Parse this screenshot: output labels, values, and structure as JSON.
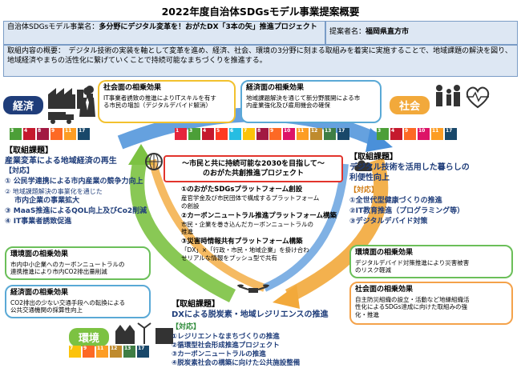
{
  "title": "2022年度自治体SDGsモデル事業提案概要",
  "header": {
    "project_label": "自治体SDGsモデル事業名：",
    "project_name": "多分野にデジタル変革を！おがたDX「3本の矢」推進プロジェクト",
    "proposer_label": "提案者名：",
    "proposer_name": "福岡県直方市",
    "summary_label": "取組内容の概要：",
    "summary_text": "デジタル技術の実装を軸として変革を進め、経済、社会、環境の3分野に刻まる取組みを着実に実施することで、地域課題の解決を図り、地域経済やまちの活性化に繋げていくことで持続可能なまちづくりを推進する。"
  },
  "sections": {
    "economy": "経済",
    "society": "社会",
    "environment": "環境"
  },
  "synergy": {
    "society_from_economy": {
      "title": "社会面の相乗効果",
      "lines": [
        "IT事業者誘致の推進によりITスキルを有す",
        "る市民の増加（デジタルデバイド解消）"
      ]
    },
    "economy_from_society": {
      "title": "経済面の相乗効果",
      "lines": [
        "地域課題解決を通じて新分野展開による市",
        "内産業強化及び雇用機会の確保"
      ]
    },
    "environment_from_economy": {
      "title": "環境面の相乗効果",
      "lines": [
        "市内中小企業へのカーボンニュートラルの",
        "連携推進により市内CO2排出量削減"
      ]
    },
    "economy_from_environment": {
      "title": "経済面の相乗効果",
      "lines": [
        "CO2排出の少ない交通手段への転換による",
        "公共交通機関の採算性向上"
      ]
    },
    "environment_from_society": {
      "title": "環境面の相乗効果",
      "lines": [
        "デジタルデバイド対策推進により災害被害",
        "のリスク軽減"
      ]
    },
    "society_from_environment": {
      "title": "社会面の相乗効果",
      "lines": [
        "自主防災組織の設立・活動など地縁組織活",
        "性化によるSDGs達成に向けた取組みの強",
        "化・推進"
      ]
    }
  },
  "economy_issue": {
    "heading": "【取組課題】",
    "title": "産業変革による地域経済の再生",
    "measures_label": "【対応】",
    "items": [
      "① 公民学連携による市内産業の競争力向上",
      "② 地域課題解決の事業化を通じた",
      "　 市内企業の事業拡大",
      "③ MaaS推進によるQOL向上及びCo2削減",
      "④ IT事業者誘致促進"
    ]
  },
  "society_issue": {
    "heading": "【取組課題】",
    "title_lines": [
      "デジタル技術を活用した暮らしの",
      "利便性向上"
    ],
    "measures_label": "【対応】",
    "items": [
      "①全世代型健康づくりの推進",
      "②IT教育推進（プログラミング等）",
      "③デジタルデバイド対策"
    ]
  },
  "environment_issue": {
    "heading": "【取組課題】",
    "title": "DXによる脱炭素・地域レジリエンスの推進",
    "measures_label": "【対応】",
    "items": [
      "①レジリエントなまちづくりの推進",
      "②循環型社会形成推進プロジェクト",
      "③カーボンニュートラルの推進",
      "④脱炭素社会の構築に向けた公共施設整備"
    ]
  },
  "center": {
    "line1": "～市民と共に持続可能な2030を目指して～",
    "line2": "のおがた共創推進プロジェクト",
    "items": [
      {
        "title": "①のおがたSDGsプラットフォーム創設",
        "lines": [
          "産官学金及び市民団体で構成するプラットフォーム",
          "の創設"
        ]
      },
      {
        "title": "②カーボンニュートラル推進プラットフォーム構築",
        "lines": [
          "市民・企業を巻き込んだカーボンニュートラルの",
          "推進"
        ]
      },
      {
        "title": "③災害時情報共有プラットフォーム構築",
        "lines": [
          "「DX」×「行政・市民・地域企業」を掛け合わ",
          "せリアルな情報をプッシュ型で共有"
        ]
      }
    ]
  },
  "sdg_sets": {
    "economy": [
      "3",
      "4",
      "8",
      "9",
      "11",
      "17"
    ],
    "society_top": [
      "1",
      "3",
      "4",
      "5",
      "6",
      "7",
      "8"
    ],
    "economy_top": [
      "9",
      "10",
      "11",
      "12",
      "13",
      "17"
    ],
    "society": [
      "3",
      "4",
      "9",
      "10",
      "11",
      "17"
    ],
    "environment": [
      "7",
      "9",
      "11",
      "12",
      "13",
      "17"
    ]
  },
  "colors": {
    "economy": "#1f3d7a",
    "society": "#f2a93b",
    "environment": "#7cc242",
    "arrow_blue": "#4a90d9",
    "arrow_orange": "#f2a93b",
    "arrow_green": "#7cc242"
  },
  "icons": [
    "factory-icon",
    "businessman-icon",
    "truck-icon",
    "handshake-icon",
    "family-icon",
    "heart-icon",
    "laptop-icon",
    "cloud-icon",
    "globe-icon",
    "solar-panel-icon",
    "recycle-icon",
    "wind-turbine-icon",
    "drone-icon",
    "network-icon"
  ]
}
